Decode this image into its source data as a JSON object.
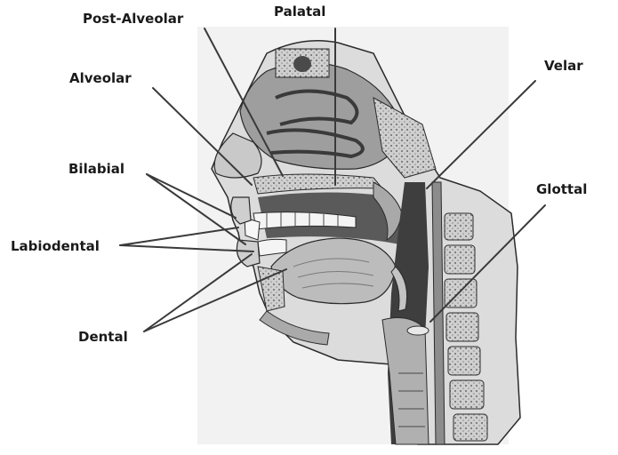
{
  "labels": {
    "post_alveolar": "Post-Alveolar",
    "palatal": "Palatal",
    "alveolar": "Alveolar",
    "velar": "Velar",
    "bilabial": "Bilabial",
    "glottal": "Glottal",
    "labiodental": "Labiodental",
    "dental": "Dental"
  },
  "colors": {
    "line": "#3a3a3a",
    "tissue_light": "#e4e4e4",
    "tissue_mid": "#bdbdbd",
    "tissue_dark": "#6e6e6e",
    "outline": "#2b2b2b"
  }
}
